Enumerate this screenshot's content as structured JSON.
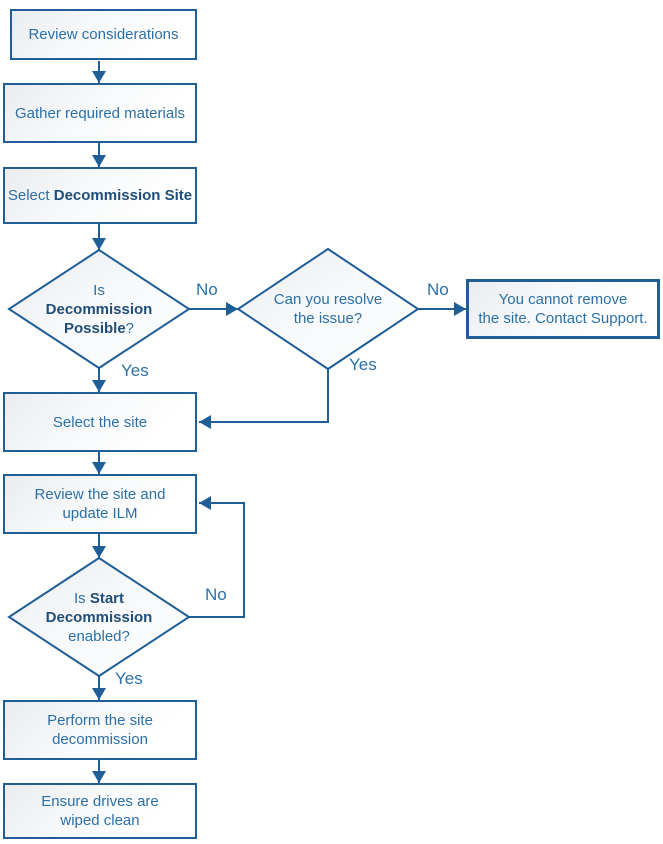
{
  "flowchart": {
    "boxes": {
      "review": "Review considerations",
      "gather": "Gather required materials",
      "select_command": {
        "prefix": "Select ",
        "bold": "Decommission Site"
      },
      "cannot_remove": {
        "line1": "You cannot remove",
        "line2": "the site. Contact Support."
      },
      "select_site": "Select the site",
      "review_ilm": {
        "line1": "Review the site and",
        "line2": "update ILM"
      },
      "perform": {
        "line1": "Perform the site",
        "line2": "decommission"
      },
      "ensure": {
        "line1": "Ensure drives are",
        "line2": "wiped clean"
      }
    },
    "decisions": {
      "d1": {
        "line1": "Is",
        "line2_bold": "Decommission",
        "line3_bold": "Possible",
        "line3_suffix": "?"
      },
      "d2": {
        "line1": "Can you resolve",
        "line2": "the issue?"
      },
      "d3": {
        "line1_prefix": "Is ",
        "line1_bold": "Start",
        "line2_bold": "Decommission",
        "line3": "enabled?"
      }
    },
    "edge_labels": {
      "d1_no": "No",
      "d1_yes": "Yes",
      "d2_no": "No",
      "d2_yes": "Yes",
      "d3_no": "No",
      "d3_yes": "Yes"
    },
    "colors": {
      "line": "#1F5E96",
      "text": "#2C70A8",
      "bold_text": "#1F4E79",
      "fill_light": "#EAECEF",
      "fill_white": "#FFFFFF"
    }
  }
}
